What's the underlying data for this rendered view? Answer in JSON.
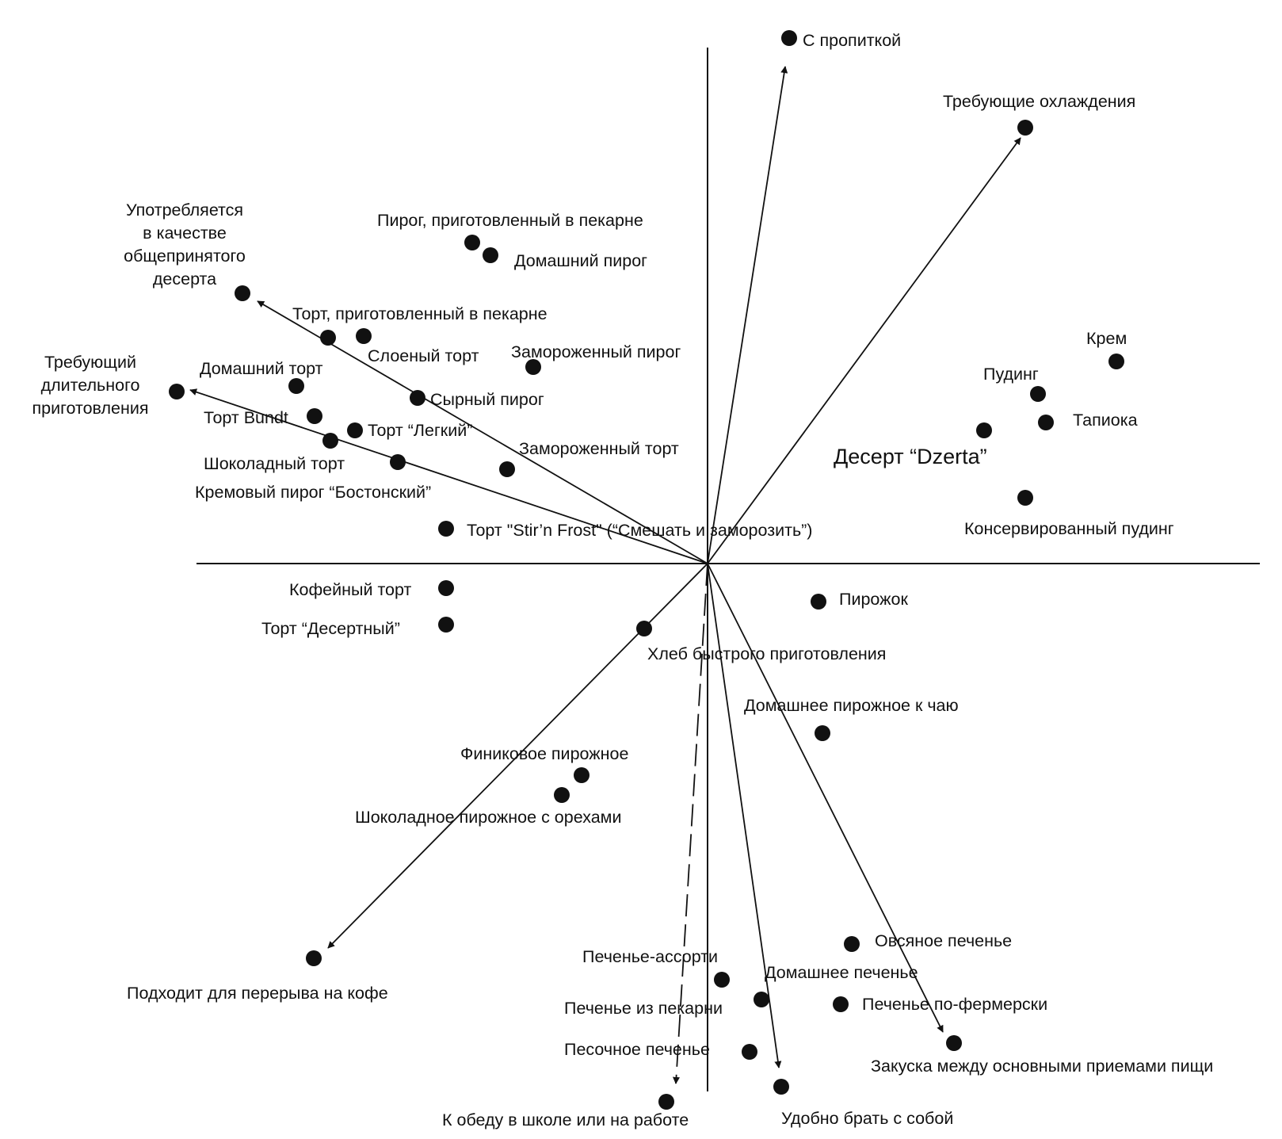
{
  "colors": {
    "ink": "#111111",
    "background": "#ffffff"
  },
  "items": [
    {
      "id": "s_propitkoy",
      "label": [
        "С пропиткой"
      ],
      "kind": "attribute"
    },
    {
      "id": "trebuyushie_ohlazhdeniya",
      "label": [
        "Требующие охлаждения"
      ],
      "kind": "attribute"
    },
    {
      "id": "obsheprinyatyi_desert",
      "label": [
        "Употребляется",
        "в качестве",
        "общепринятого",
        "десерта"
      ],
      "kind": "attribute"
    },
    {
      "id": "dlitelnogo_prigotovleniya",
      "label": [
        "Требующий",
        "длительного",
        "приготовления"
      ],
      "kind": "attribute"
    },
    {
      "id": "pereryv_na_kofe",
      "label": [
        "Подходит для перерыва на кофе"
      ],
      "kind": "attribute"
    },
    {
      "id": "k_obedu",
      "label": [
        "К обеду в  школе или на работе"
      ],
      "kind": "attribute"
    },
    {
      "id": "udobno_brat",
      "label": [
        "Удобно брать с собой"
      ],
      "kind": "attribute"
    },
    {
      "id": "zakuska",
      "label": [
        "Закуска между основными приемами пищи"
      ],
      "kind": "attribute"
    },
    {
      "id": "pirog_pekarnya",
      "label": [
        "Пирог, приготовленный в пекарне"
      ],
      "kind": "product"
    },
    {
      "id": "domashniy_pirog",
      "label": [
        "Домашний пирог"
      ],
      "kind": "product"
    },
    {
      "id": "tort_pekarnya",
      "label": [
        "Торт, приготовленный в пекарне"
      ],
      "kind": "product"
    },
    {
      "id": "sloeny_tort",
      "label": [
        "Слоеный торт"
      ],
      "kind": "product"
    },
    {
      "id": "zamorozhenny_pirog",
      "label": [
        "Замороженный пирог"
      ],
      "kind": "product"
    },
    {
      "id": "domashniy_tort",
      "label": [
        "Домашний торт"
      ],
      "kind": "product"
    },
    {
      "id": "syrny_pirog",
      "label": [
        "Сырный пирог"
      ],
      "kind": "product"
    },
    {
      "id": "tort_bundt",
      "label": [
        "Торт Bundt"
      ],
      "kind": "product"
    },
    {
      "id": "tort_legkiy",
      "label": [
        "Торт “Легкий”"
      ],
      "kind": "product"
    },
    {
      "id": "shokoladny_tort",
      "label": [
        "Шоколадный торт"
      ],
      "kind": "product"
    },
    {
      "id": "kremovy_pirog",
      "label": [
        "Кремовый пирог “Бостонский”"
      ],
      "kind": "product"
    },
    {
      "id": "zamorozhenny_tort",
      "label": [
        "Замороженный торт"
      ],
      "kind": "product"
    },
    {
      "id": "tort_stir",
      "label": [
        "Торт \"Stir’n Frost\" (“Смешать и заморозить”)"
      ],
      "kind": "product"
    },
    {
      "id": "krem",
      "label": [
        "Крем"
      ],
      "kind": "product"
    },
    {
      "id": "puding",
      "label": [
        "Пудинг"
      ],
      "kind": "product"
    },
    {
      "id": "tapioka",
      "label": [
        "Тапиока"
      ],
      "kind": "product"
    },
    {
      "id": "desert_dzerta",
      "label": [
        "Десерт “Dzerta”"
      ],
      "kind": "product"
    },
    {
      "id": "konserv_puding",
      "label": [
        "Консервированный пудинг"
      ],
      "kind": "product"
    },
    {
      "id": "kofeiny_tort",
      "label": [
        "Кофейный торт"
      ],
      "kind": "product"
    },
    {
      "id": "tort_desertny",
      "label": [
        "Торт “Десертный”"
      ],
      "kind": "product"
    },
    {
      "id": "pirozhok",
      "label": [
        "Пирожок"
      ],
      "kind": "product"
    },
    {
      "id": "hleb_bystrogo",
      "label": [
        "Хлеб быстрого приготовления"
      ],
      "kind": "product"
    },
    {
      "id": "domashnee_pirozhnoe",
      "label": [
        "Домашнее пирожное к чаю"
      ],
      "kind": "product"
    },
    {
      "id": "finikovoe",
      "label": [
        "Финиковое пирожное"
      ],
      "kind": "product"
    },
    {
      "id": "shokoladnoe_orehi",
      "label": [
        "Шоколадное пирожное с орехами"
      ],
      "kind": "product"
    },
    {
      "id": "ovsyanoe",
      "label": [
        "Овсяное печенье"
      ],
      "kind": "product"
    },
    {
      "id": "pechenye_assorti",
      "label": [
        "Печенье-ассорти"
      ],
      "kind": "product"
    },
    {
      "id": "domashnee_pechenye",
      "label": [
        "Домашнее печенье"
      ],
      "kind": "product"
    },
    {
      "id": "pechenye_fermerski",
      "label": [
        "Печенье по-фермерски"
      ],
      "kind": "product"
    },
    {
      "id": "pechenye_pekarnya",
      "label": [
        "Печенье из пекарни"
      ],
      "kind": "product"
    },
    {
      "id": "pesochnoe",
      "label": [
        "Песочное печенье"
      ],
      "kind": "product"
    }
  ]
}
